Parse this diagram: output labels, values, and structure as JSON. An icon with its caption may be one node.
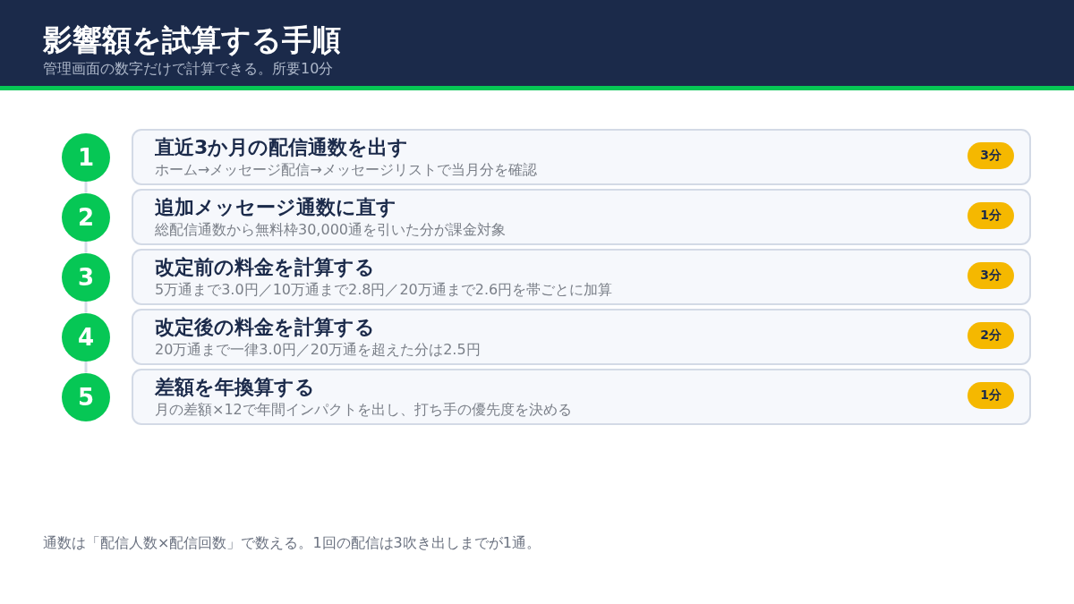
{
  "diagram": {
    "title": "影響額を試算する手順",
    "caption": "通数は「配信人数×配信回数」で数える。1回の配信は3吹き出しまでが1通。",
    "nodes": [
      {
        "text": [
          "1"
        ]
      },
      {
        "text": [
          "直近3か月の配信通数を出す",
          "ホーム→メッセージ配信→メッセージリストで当月分を確認"
        ]
      },
      {
        "text": [
          "3分"
        ],
        "in": 1
      },
      {
        "text": [
          "2"
        ]
      },
      {
        "text": [
          "追加メッセージ通数に直す",
          "総配信通数から無料枠30,000通を引いた分が課金対象"
        ]
      },
      {
        "text": [
          "1分"
        ],
        "in": 4
      },
      {
        "text": [
          "3"
        ]
      },
      {
        "text": [
          "改定前の料金を計算する",
          "5万通まで3.0円／10万通まで2.8円／20万通まで2.6円を帯ごとに加算"
        ]
      },
      {
        "text": [
          "3分"
        ],
        "in": 7
      },
      {
        "text": [
          "4"
        ]
      },
      {
        "text": [
          "改定後の料金を計算する",
          "20万通まで一律3.0円／20万通を超えた分は2.5円"
        ]
      },
      {
        "text": [
          "2分"
        ],
        "in": 10
      },
      {
        "text": [
          "5"
        ]
      },
      {
        "text": [
          "差額を年換算する",
          "月の差額×12で年間インパクトを出し、打ち手の優先度を決める"
        ]
      },
      {
        "text": [
          "1分"
        ],
        "in": 13
      }
    ],
    "edges": [
      {
        "from": 0,
        "to": 3,
        "arrow": "none"
      },
      {
        "from": 3,
        "to": 6,
        "arrow": "none"
      },
      {
        "from": 6,
        "to": 9,
        "arrow": "none"
      },
      {
        "from": 9,
        "to": 12,
        "arrow": "none"
      }
    ],
    "labels": [
      "管理画面の数字だけで計算できる。所要10分"
    ]
  }
}
